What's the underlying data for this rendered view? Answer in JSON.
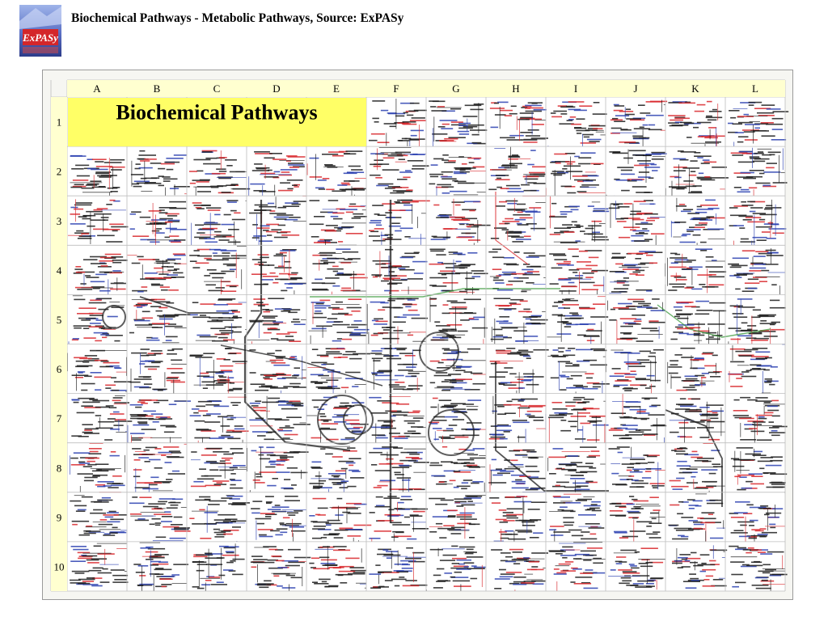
{
  "header": {
    "title": "Biochemical Pathways - Metabolic Pathways, Source: ExPASy",
    "logo_text": "ExPASy"
  },
  "map": {
    "banner_title": "Biochemical Pathways",
    "columns": [
      "A",
      "B",
      "C",
      "D",
      "E",
      "F",
      "G",
      "H",
      "I",
      "J",
      "K",
      "L"
    ],
    "rows": [
      "1",
      "2",
      "3",
      "4",
      "5",
      "6",
      "7",
      "8",
      "9",
      "10"
    ]
  },
  "colors": {
    "banner": "#ffff66",
    "header_cells": "#ffffd0",
    "pathway_red": "#d8262a",
    "pathway_blue": "#2a3fb0",
    "pathway_black": "#1a1a1a",
    "pathway_green": "#3c9a3c",
    "frame_bg": "#f3f2e6"
  }
}
